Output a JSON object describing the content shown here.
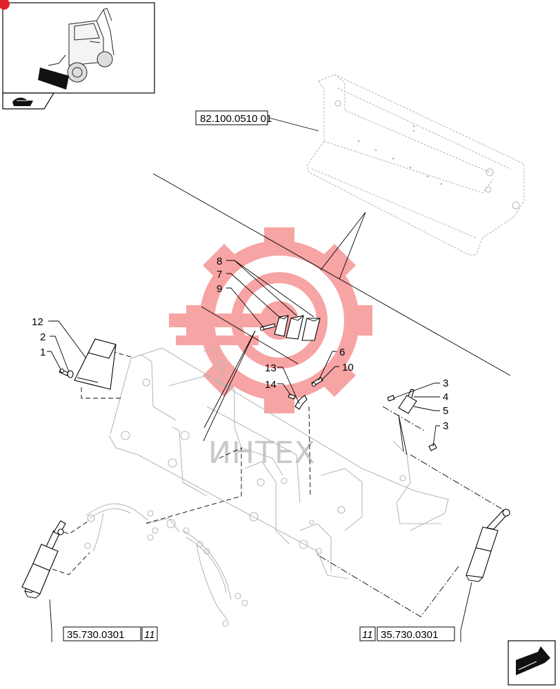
{
  "callouts": {
    "c1": "1",
    "c2": "2",
    "c12": "12",
    "c8": "8",
    "c7": "7",
    "c9": "9",
    "c13": "13",
    "c14": "14",
    "c6": "6",
    "c10": "10",
    "c3a": "3",
    "c4": "4",
    "c5": "5",
    "c3b": "3"
  },
  "refs": {
    "bucket": "82.100.0510 01",
    "cyl_left": "35.730.0301",
    "cyl_left_page": "11",
    "cyl_right": "35.730.0301",
    "cyl_right_page": "11"
  },
  "watermark": {
    "text": "ИНТЕХ",
    "color": "#f25a5a"
  },
  "icons": {
    "thumbnail": "backhoe-loader-thumbnail-icon",
    "nav_prev": "book-arrow-icon",
    "nav_next": "next-page-arrow-icon"
  }
}
